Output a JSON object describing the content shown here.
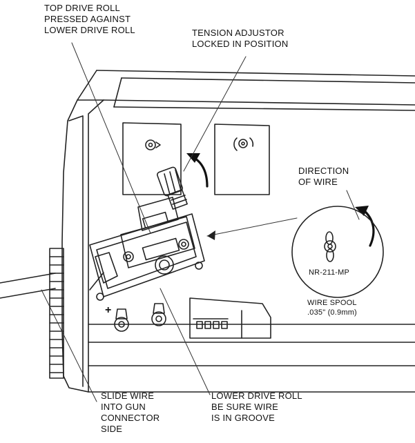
{
  "labels": {
    "top_drive_roll": [
      "TOP DRIVE ROLL",
      "PRESSED AGAINST",
      "LOWER DRIVE ROLL"
    ],
    "tension_adjustor": [
      "TENSION ADJUSTOR",
      "LOCKED IN POSITION"
    ],
    "direction_of_wire": [
      "DIRECTION",
      "OF WIRE"
    ],
    "spool_model": "NR-211-MP",
    "wire_spool": [
      "WIRE SPOOL",
      ".035\" (0.9mm)"
    ],
    "lower_drive_roll": [
      "LOWER DRIVE ROLL",
      "BE SURE WIRE",
      "IS IN GROOVE"
    ],
    "slide_wire": [
      "SLIDE WIRE",
      "INTO GUN",
      "CONNECTOR",
      "SIDE"
    ],
    "polarity_plus": "+"
  }
}
